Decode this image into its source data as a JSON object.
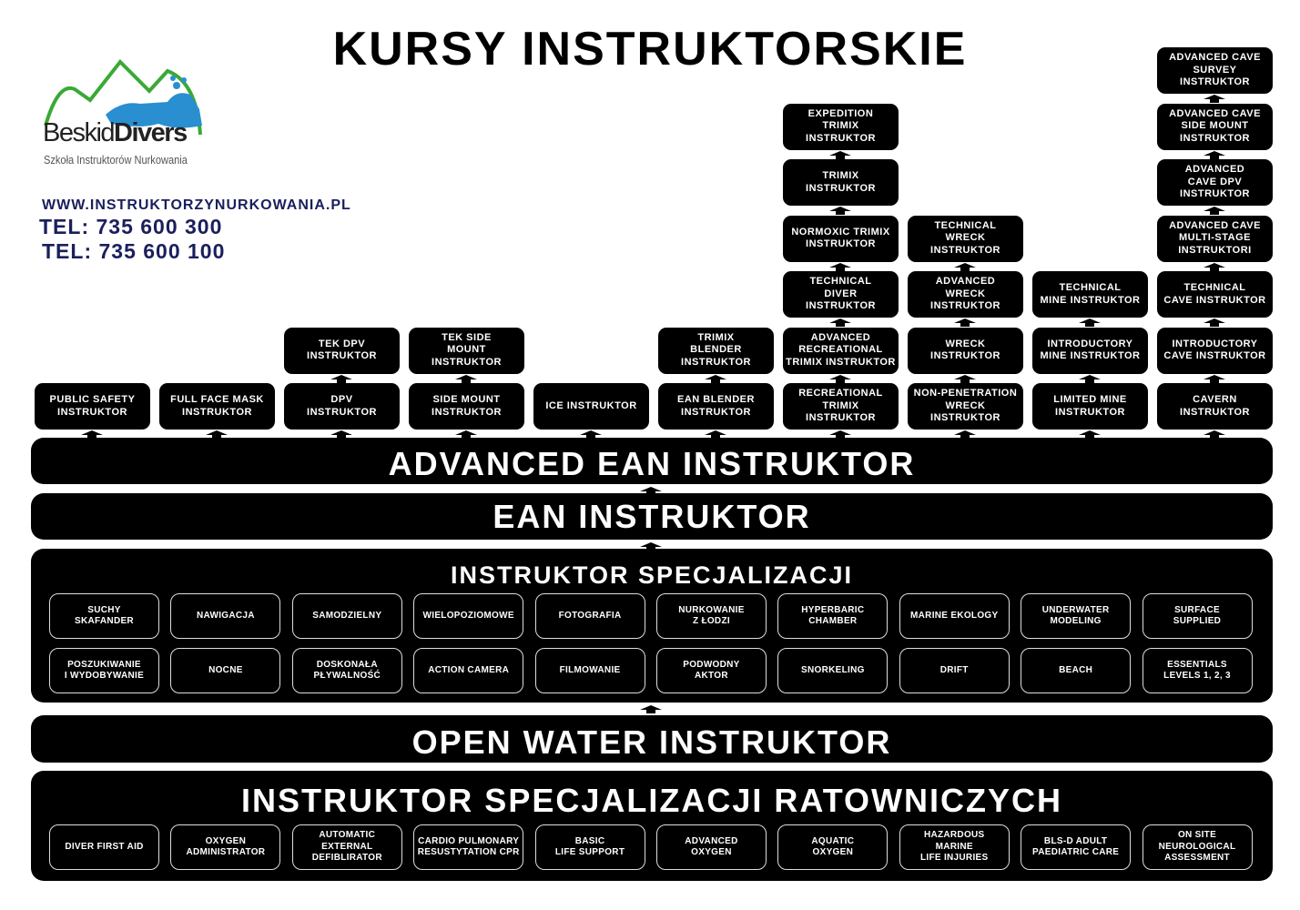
{
  "title": "KURSY INSTRUKTORSKIE",
  "logo": {
    "brand_light": "Beskid",
    "brand_bold": "Divers",
    "tagline": "Szkoła Instruktorów Nurkowania",
    "green": "#3aa935",
    "blue": "#2a8fd0"
  },
  "contact": {
    "website": "WWW.INSTRUKTORZYNURKOWANIA.PL",
    "tel1": "TEL: 735 600 300",
    "tel2": "TEL: 735 600 100"
  },
  "columns": [
    [
      "PUBLIC SAFETY\nINSTRUKTOR"
    ],
    [
      "FULL FACE MASK\nINSTRUKTOR"
    ],
    [
      "DPV\nINSTRUKTOR",
      "TEK DPV\nINSTRUKTOR"
    ],
    [
      "SIDE MOUNT\nINSTRUKTOR",
      "TEK SIDE\nMOUNT\nINSTRUKTOR"
    ],
    [
      "ICE INSTRUKTOR"
    ],
    [
      "EAN BLENDER\nINSTRUKTOR",
      "TRIMIX\nBLENDER\nINSTRUKTOR"
    ],
    [
      "RECREATIONAL\nTRIMIX\nINSTRUKTOR",
      "ADVANCED\nRECREATIONAL\nTRIMIX INSTRUKTOR",
      "TECHNICAL\nDIVER\nINSTRUKTOR",
      "NORMOXIC TRIMIX\nINSTRUKTOR",
      "TRIMIX\nINSTRUKTOR",
      "EXPEDITION\nTRIMIX\nINSTRUKTOR"
    ],
    [
      "NON-PENETRATION\nWRECK\nINSTRUKTOR",
      "WRECK\nINSTRUKTOR",
      "ADVANCED\nWRECK\nINSTRUKTOR",
      "TECHNICAL\nWRECK\nINSTRUKTOR"
    ],
    [
      "LIMITED MINE\nINSTRUKTOR",
      "INTRODUCTORY\nMINE INSTRUKTOR",
      "TECHNICAL\nMINE INSTRUKTOR"
    ],
    [
      "CAVERN\nINSTRUKTOR",
      "INTRODUCTORY\nCAVE INSTRUKTOR",
      "TECHNICAL\nCAVE INSTRUKTOR",
      "ADVANCED CAVE\nMULTI-STAGE\nINSTRUKTORI",
      "ADVANCED\nCAVE DPV\nINSTRUKTOR",
      "ADVANCED CAVE\nSIDE MOUNT\nINSTRUKTOR",
      "ADVANCED CAVE\nSURVEY\nINSTRUKTOR"
    ]
  ],
  "advanced_ean": "ADVANCED EAN INSTRUKTOR",
  "ean": "EAN INSTRUKTOR",
  "specializations": {
    "title": "INSTRUKTOR SPECJALIZACJI",
    "items": [
      "SUCHY\nSKAFANDER",
      "NAWIGACJA",
      "SAMODZIELNY",
      "WIELOPOZIOMOWE",
      "FOTOGRAFIA",
      "NURKOWANIE\nZ ŁODZI",
      "HYPERBARIC\nCHAMBER",
      "MARINE EKOLOGY",
      "UNDERWATER\nMODELING",
      "SURFACE\nSUPPLIED",
      "POSZUKIWANIE\nI WYDOBYWANIE",
      "NOCNE",
      "DOSKONAŁA\nPŁYWALNOŚĆ",
      "ACTION CAMERA",
      "FILMOWANIE",
      "PODWODNY\nAKTOR",
      "SNORKELING",
      "DRIFT",
      "BEACH",
      "ESSENTIALS\nLEVELS 1, 2, 3"
    ]
  },
  "open_water": "OPEN WATER INSTRUKTOR",
  "rescue": {
    "title": "INSTRUKTOR SPECJALIZACJI RATOWNICZYCH",
    "items": [
      "DIVER FIRST AID",
      "OXYGEN\nADMINISTRATOR",
      "AUTOMATIC\nEXTERNAL\nDEFIBLIRATOR",
      "CARDIO PULMONARY\nRESUSTYTATION CPR",
      "BASIC\nLIFE SUPPORT",
      "ADVANCED\nOXYGEN",
      "AQUATIC\nOXYGEN",
      "HAZARDOUS\nMARINE\nLIFE INJURIES",
      "BLS-D ADULT\nPAEDIATRIC CARE",
      "ON SITE\nNEUROLOGICAL\nASSESSMENT"
    ]
  }
}
